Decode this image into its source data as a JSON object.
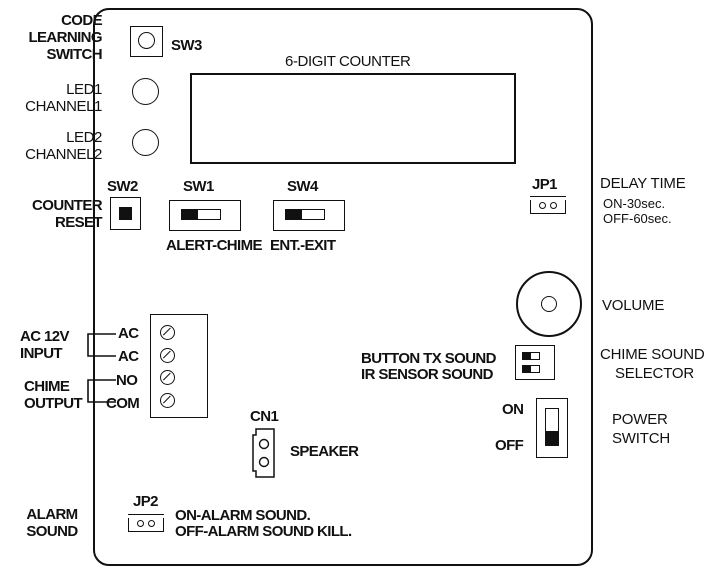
{
  "labels": {
    "code_learning_switch": [
      "CODE",
      "LEARNING",
      "SWITCH"
    ],
    "sw3": "SW3",
    "counter_title": "6-DIGIT COUNTER",
    "led1": [
      "LED1",
      "CHANNEL1"
    ],
    "led2": [
      "LED2",
      "CHANNEL2"
    ],
    "counter_reset": [
      "COUNTER",
      "RESET"
    ],
    "sw2": "SW2",
    "sw1": "SW1",
    "sw4": "SW4",
    "alert_chime": "ALERT-CHIME",
    "ent_exit": "ENT.-EXIT",
    "jp1": "JP1",
    "delay_time": [
      "DELAY TIME",
      "ON-30sec.",
      "OFF-60sec."
    ],
    "volume": "VOLUME",
    "ac_input": [
      "AC 12V",
      "INPUT"
    ],
    "ac1": "AC",
    "ac2": "AC",
    "no": "NO",
    "com": "COM",
    "chime_output": [
      "CHIME",
      "OUTPUT"
    ],
    "button_tx_sound": "BUTTON TX SOUND",
    "ir_sensor_sound": "IR SENSOR SOUND",
    "chime_sound_selector": [
      "CHIME SOUND",
      "SELECTOR"
    ],
    "cn1": "CN1",
    "speaker": "SPEAKER",
    "on": "ON",
    "off": "OFF",
    "power_switch": [
      "POWER",
      "SWITCH"
    ],
    "alarm_sound": [
      "ALARM",
      "SOUND"
    ],
    "jp2": "JP2",
    "jp2_on": "ON-ALARM SOUND.",
    "jp2_off": "OFF-ALARM SOUND KILL."
  }
}
